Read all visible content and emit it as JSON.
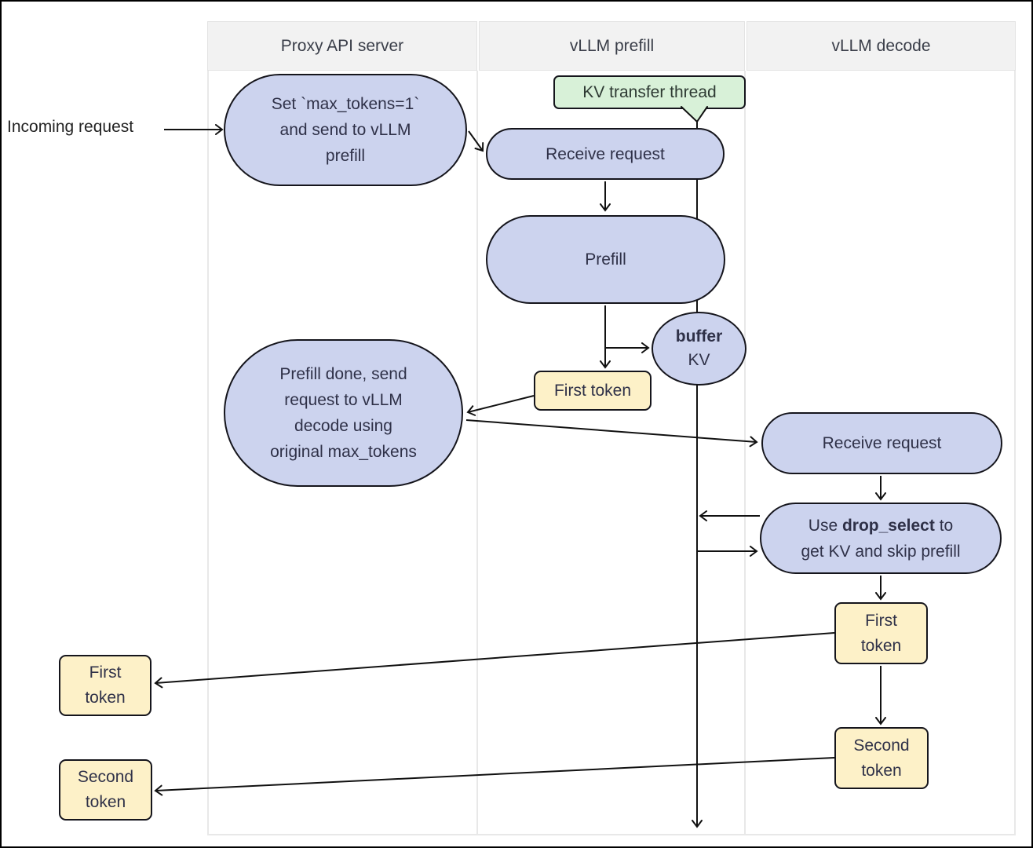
{
  "lanes": {
    "items": [
      {
        "label": "Proxy API server"
      },
      {
        "label": "vLLM prefill"
      },
      {
        "label": "vLLM decode"
      }
    ]
  },
  "annotations": {
    "incoming_request": "Incoming request",
    "kv_transfer_thread": "KV transfer thread"
  },
  "nodes": {
    "proxy_set_max_tokens": {
      "lines": [
        "Set `max_tokens=1`",
        "and send to vLLM",
        "prefill"
      ]
    },
    "prefill_receive_request": {
      "label": "Receive request"
    },
    "prefill_run": {
      "label": "Prefill"
    },
    "buffer_kv": {
      "bold": "buffer",
      "rest": "KV"
    },
    "prefill_first_token": {
      "label": "First token"
    },
    "prefill_done": {
      "lines": [
        "Prefill done, send",
        "request to vLLM",
        "decode using",
        "original max_tokens"
      ]
    },
    "decode_receive_request": {
      "label": "Receive request"
    },
    "decode_drop_select": {
      "pre": "Use ",
      "bold": "drop_select",
      "post": " to",
      "line2": "get KV and skip prefill"
    },
    "decode_first_token": {
      "lines": [
        "First",
        "token"
      ]
    },
    "decode_second_token": {
      "lines": [
        "Second",
        "token"
      ]
    },
    "client_first_token": {
      "lines": [
        "First",
        "token"
      ]
    },
    "client_second_token": {
      "lines": [
        "Second",
        "token"
      ]
    }
  },
  "colors": {
    "process_fill": "#ccd3ee",
    "token_fill": "#fdf1c8",
    "thread_fill": "#d8f1d8",
    "header_fill": "#f2f2f2",
    "stroke": "#111111"
  }
}
